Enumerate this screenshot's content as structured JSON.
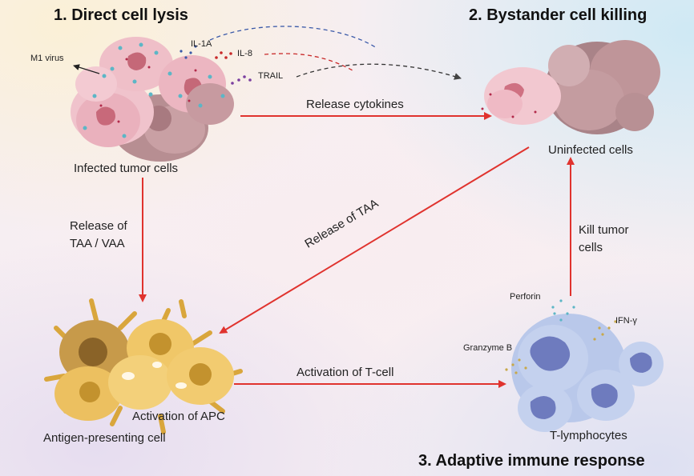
{
  "headings": {
    "lysis": "1. Direct cell lysis",
    "bystander": "2. Bystander cell killing",
    "adaptive": "3. Adaptive immune response"
  },
  "labels": {
    "m1_virus": "M1 virus",
    "il1a": "IL-1A",
    "il8": "IL-8",
    "trail": "TRAIL",
    "infected": "Infected tumor cells",
    "uninfected": "Uninfected cells",
    "release_cytokines": "Release cytokines",
    "release_taa_vaa_1": "Release of",
    "release_taa_vaa_2": "TAA / VAA",
    "release_taa": "Release of TAA",
    "kill_1": "Kill tumor",
    "kill_2": "cells",
    "perforin": "Perforin",
    "ifn": "IFN-γ",
    "granzyme": "Granzyme B",
    "activation_tcell": "Activation of T-cell",
    "activation_apc": "Activation of APC",
    "apc": "Antigen-presenting cell",
    "tlymph": "T-lymphocytes"
  },
  "colors": {
    "arrow": "#e0332e",
    "text": "#222222",
    "heading": "#111111"
  }
}
